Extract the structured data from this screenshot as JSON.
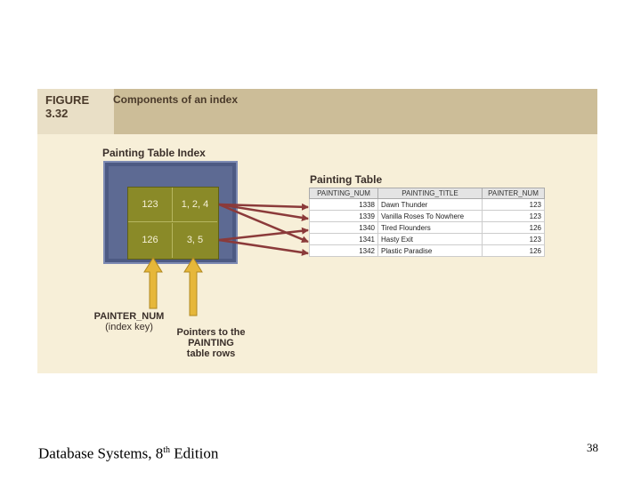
{
  "figure": {
    "label": "FIGURE\n3.32",
    "title": "Components of an index"
  },
  "index": {
    "title": "Painting Table Index",
    "rows": [
      {
        "key": "123",
        "pointers": "1, 2, 4"
      },
      {
        "key": "126",
        "pointers": "3, 5"
      }
    ]
  },
  "table": {
    "title": "Painting Table",
    "headers": [
      "PAINTING_NUM",
      "PAINTING_TITLE",
      "PAINTER_NUM"
    ],
    "rows": [
      [
        "1338",
        "Dawn Thunder",
        "123"
      ],
      [
        "1339",
        "Vanilla Roses To Nowhere",
        "123"
      ],
      [
        "1340",
        "Tired Flounders",
        "126"
      ],
      [
        "1341",
        "Hasty Exit",
        "123"
      ],
      [
        "1342",
        "Plastic Paradise",
        "126"
      ]
    ]
  },
  "labels": {
    "index_key": "PAINTER_NUM",
    "index_key_sub": "(index key)",
    "pointers": "Pointers to the\nPAINTING\ntable rows"
  },
  "footer": {
    "book_prefix": "Database Systems, 8",
    "book_sup": "th",
    "book_suffix": " Edition",
    "page": "38"
  },
  "colors": {
    "header_band": "#ccbd98",
    "figure_bg": "#f7efd8",
    "index_outer": "#5d6a93",
    "index_inner": "#8a8a28",
    "arrow": "#8b3a3a",
    "up_arrow": "#e6b73a"
  }
}
